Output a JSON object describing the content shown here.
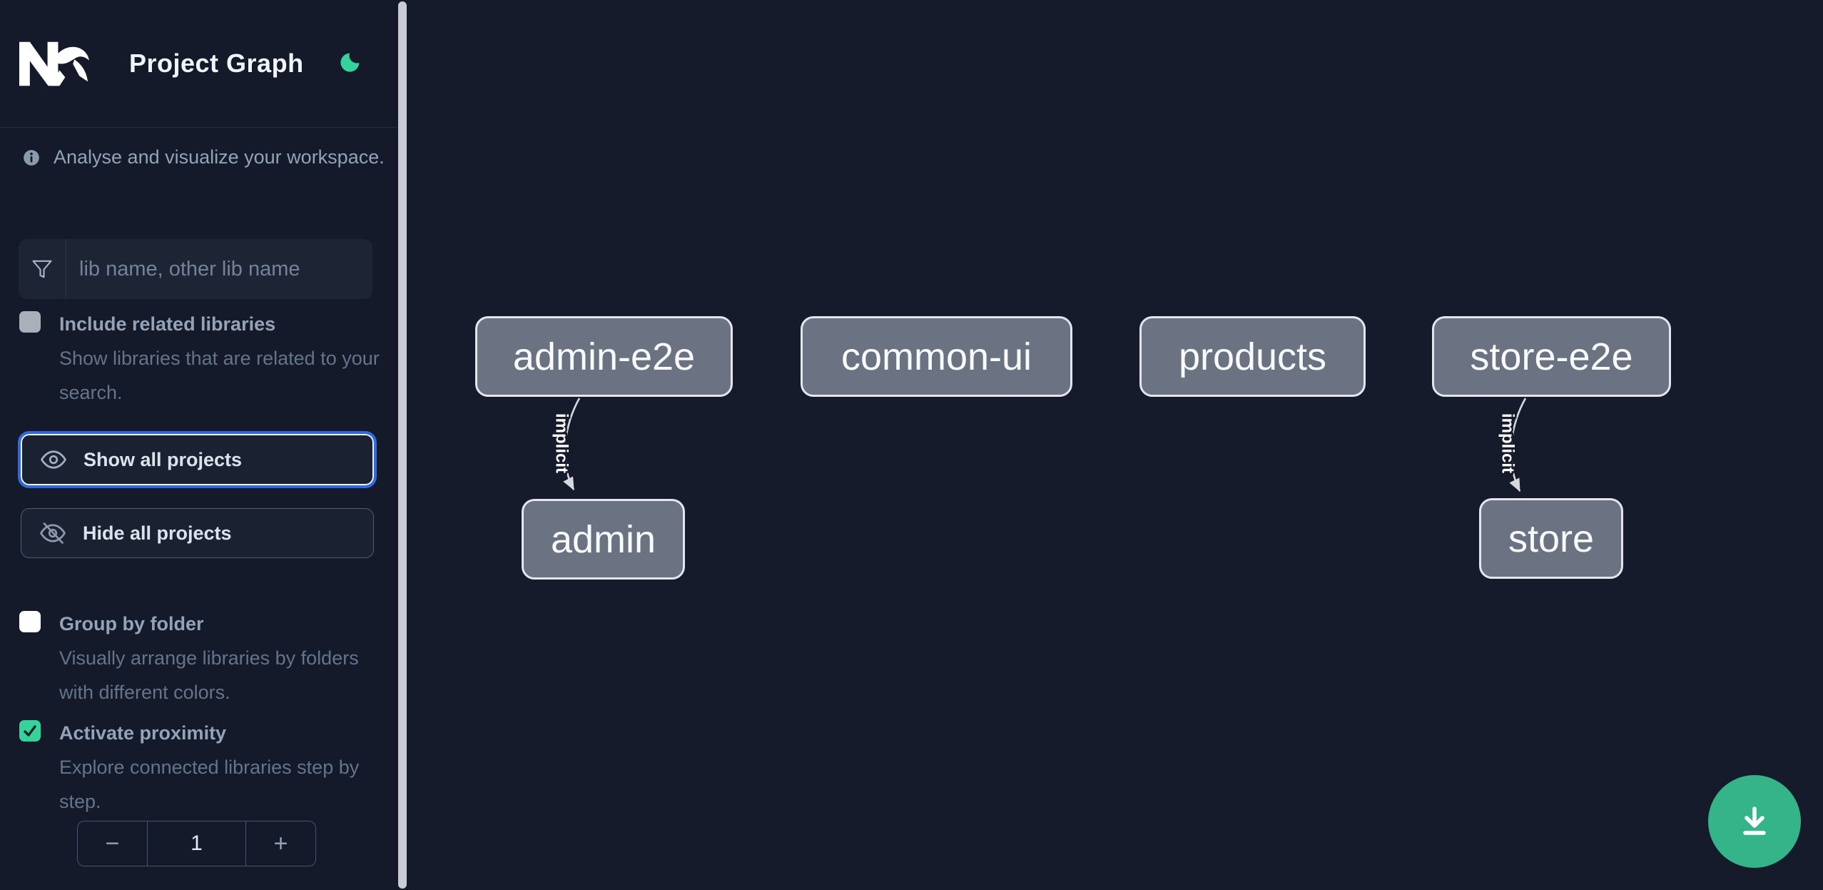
{
  "app": {
    "title": "Project Graph"
  },
  "colors": {
    "background": "#151b2a",
    "sidebar_background": "#141a29",
    "accent_green": "#34d399",
    "fab_green": "#36b489",
    "focus_blue": "#2d6ae3",
    "node_fill": "#6b7382",
    "node_border": "#e3e7ec",
    "edge": "#d6dade"
  },
  "sidebar": {
    "tagline": "Analyse and visualize your workspace.",
    "search": {
      "placeholder": "lib name, other lib name",
      "value": ""
    },
    "options": {
      "include_related": {
        "label": "Include related libraries",
        "description": "Show libraries that are related to your search.",
        "checked": false
      },
      "group_by_folder": {
        "label": "Group by folder",
        "description": "Visually arrange libraries by folders with different colors.",
        "checked": false
      },
      "activate_proximity": {
        "label": "Activate proximity",
        "description": "Explore connected libraries step by step.",
        "checked": true
      }
    },
    "actions": {
      "show_all": "Show all projects",
      "hide_all": "Hide all projects"
    },
    "proximity_stepper": {
      "decrement": "−",
      "value": "1",
      "increment": "+"
    }
  },
  "graph": {
    "nodes": [
      {
        "label": "admin-e2e"
      },
      {
        "label": "common-ui"
      },
      {
        "label": "products"
      },
      {
        "label": "store-e2e"
      },
      {
        "label": "admin"
      },
      {
        "label": "store"
      }
    ],
    "edges": [
      {
        "source": "admin-e2e",
        "target": "admin",
        "type": "implicit"
      },
      {
        "source": "store-e2e",
        "target": "store",
        "type": "implicit"
      }
    ]
  }
}
